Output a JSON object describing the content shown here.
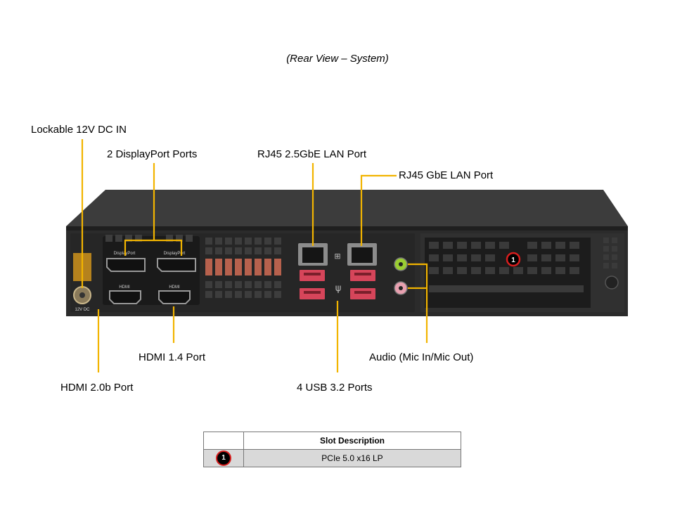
{
  "caption": "(Rear View – System)",
  "labels": {
    "dc_in": "Lockable 12V DC IN",
    "displayport": "2 DisplayPort Ports",
    "lan_25": "RJ45 2.5GbE LAN Port",
    "lan_gbe": "RJ45 GbE LAN Port",
    "hdmi14": "HDMI 1.4 Port",
    "audio": "Audio (Mic In/Mic Out)",
    "hdmi20": "HDMI 2.0b Port",
    "usb": "4 USB 3.2 Ports"
  },
  "panel_text": {
    "dp": "DisplayPort",
    "hdmi": "HDMI",
    "dc": "12V DC"
  },
  "slot_marker": "1",
  "table": {
    "header": "Slot Description",
    "rows": [
      {
        "num": "1",
        "desc": "PCIe 5.0 x16 LP"
      }
    ]
  },
  "colors": {
    "callout": "#f2b400",
    "chassis": "#2b2b2b",
    "usb": "#d6455a",
    "badge_ring": "#d81e1e"
  }
}
